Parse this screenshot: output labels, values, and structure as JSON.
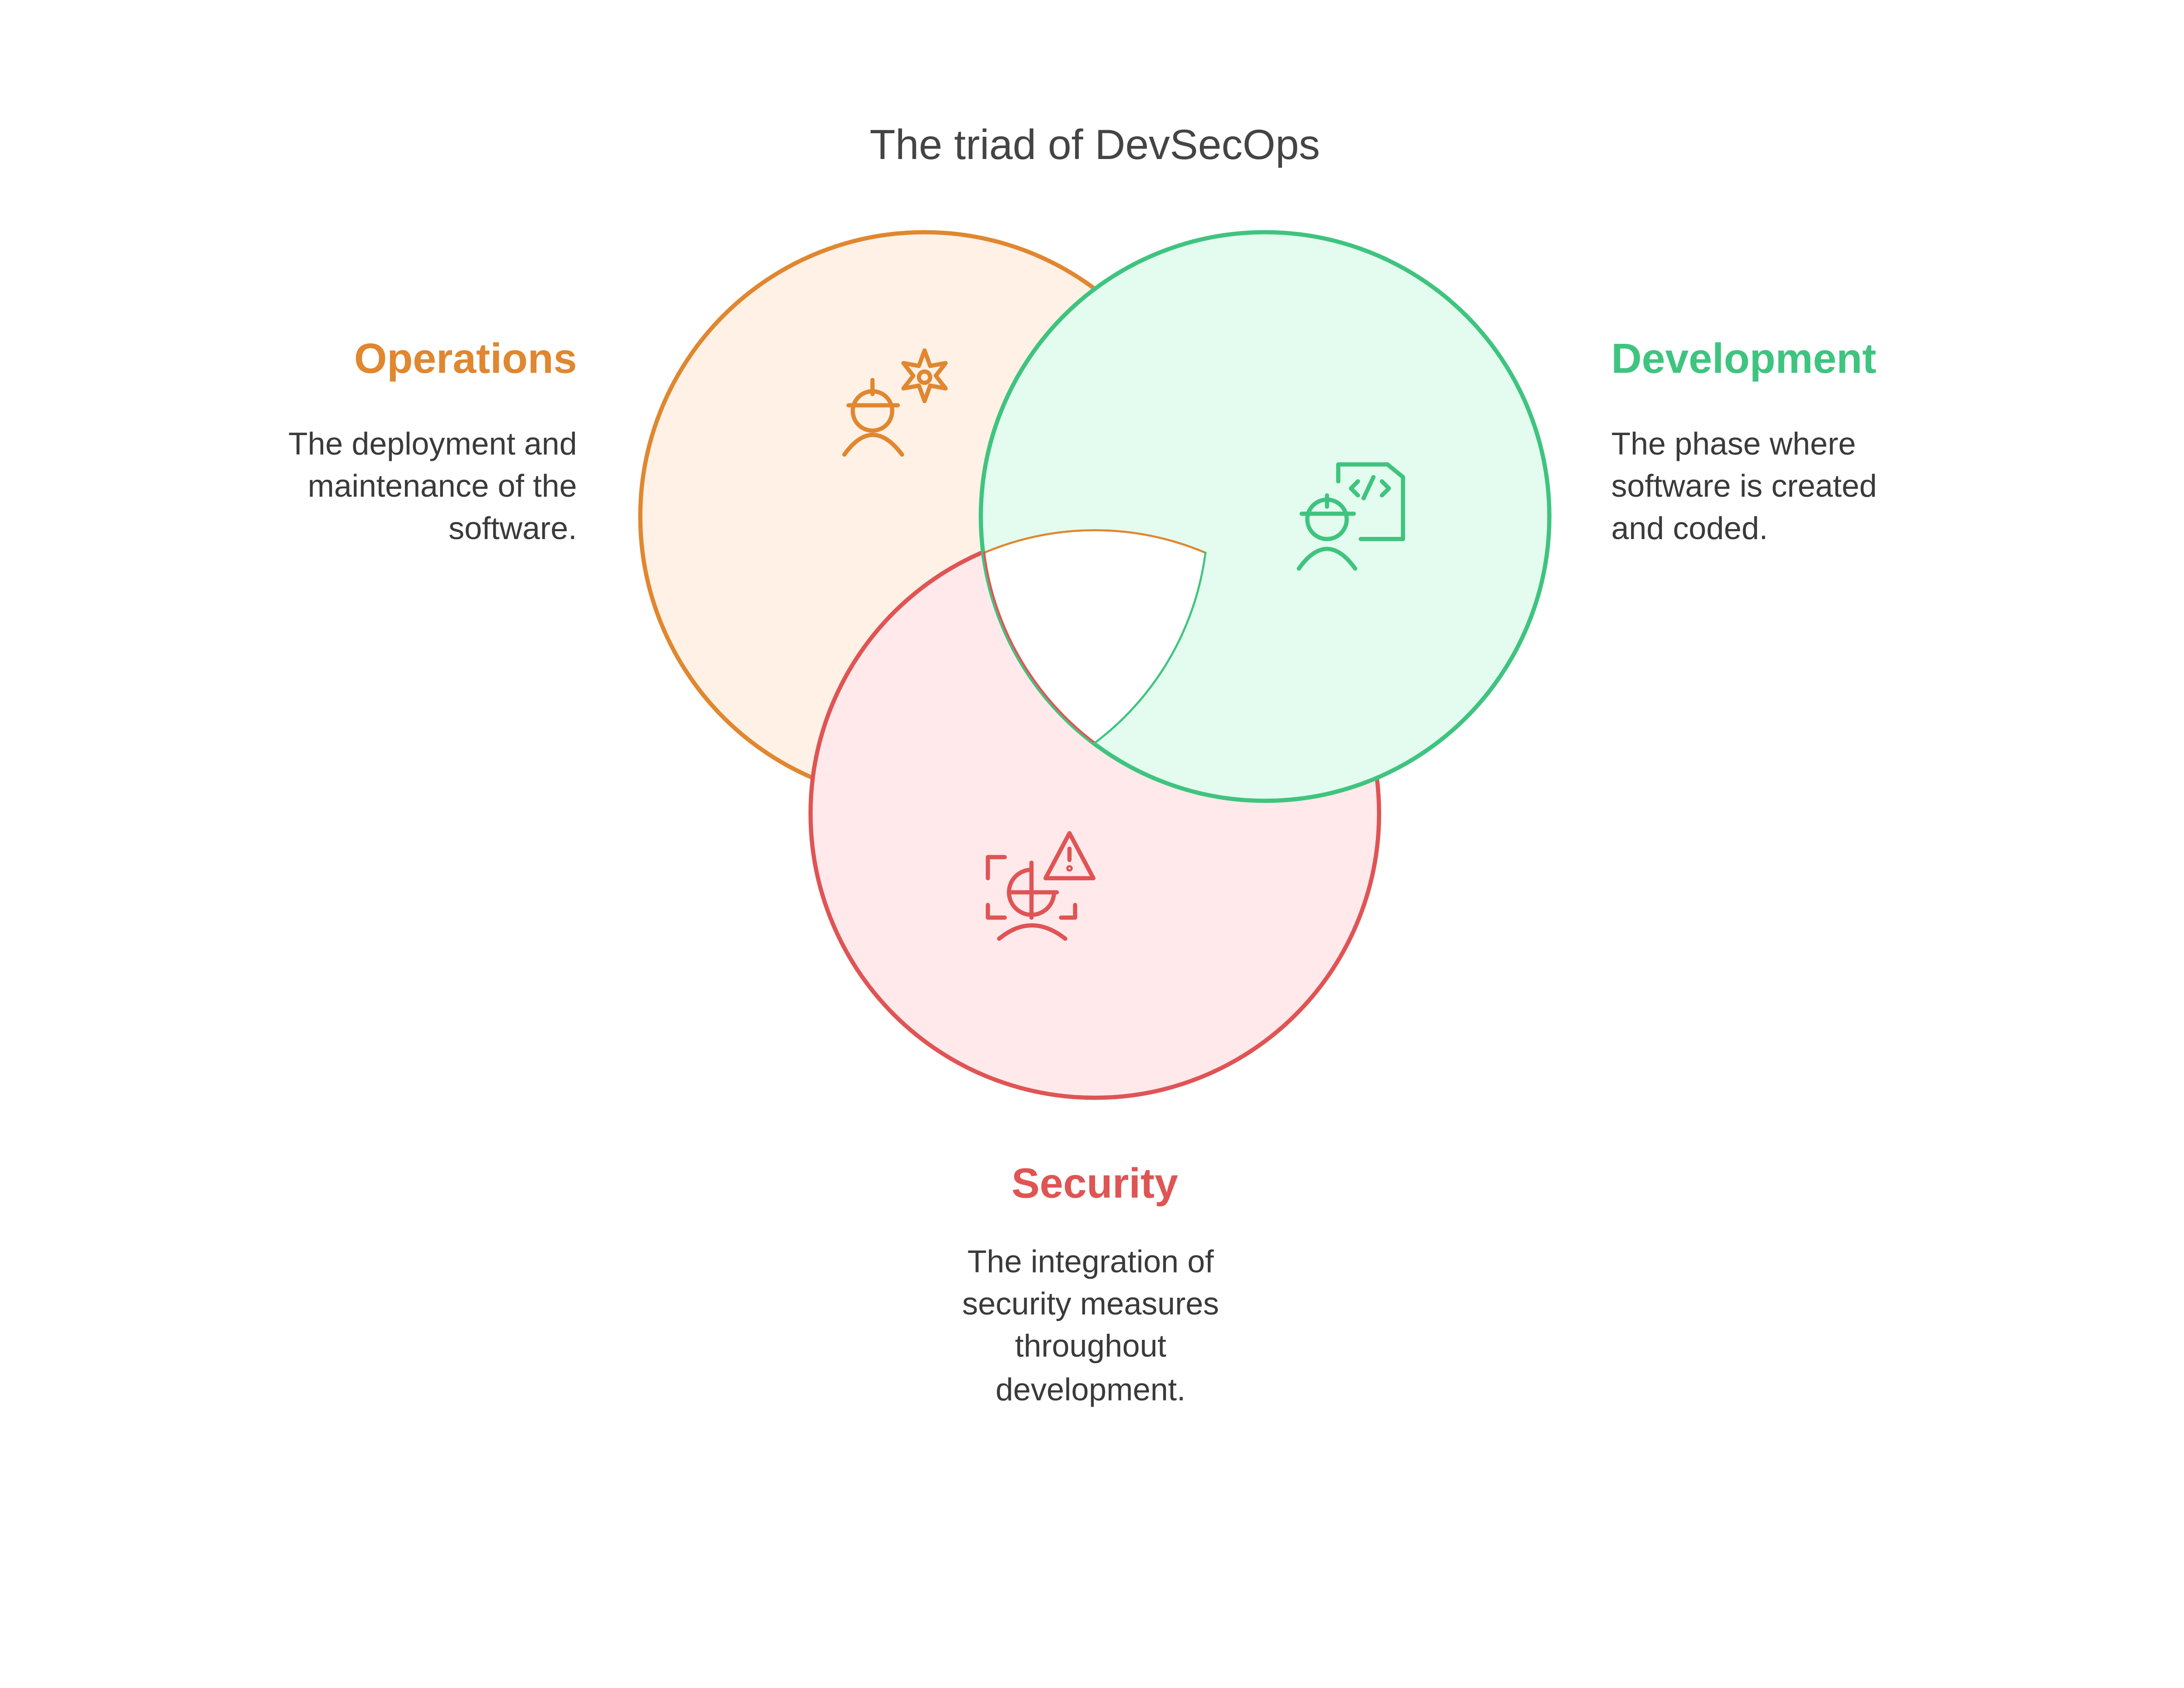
{
  "title": "The triad of DevSecOps",
  "colors": {
    "operations": "#E0872F",
    "development": "#3FC47F",
    "security": "#E05454"
  },
  "sections": {
    "operations": {
      "heading": "Operations",
      "desc": [
        "The deployment and",
        "maintenance of the",
        "software."
      ],
      "icon": "engineer-gear-icon"
    },
    "development": {
      "heading": "Development",
      "desc": [
        "The phase where",
        "software is created",
        "and coded."
      ],
      "icon": "engineer-code-icon"
    },
    "security": {
      "heading": "Security",
      "desc": [
        "The integration of",
        "security measures",
        "throughout",
        "development."
      ],
      "icon": "engineer-scan-warning-icon"
    }
  }
}
